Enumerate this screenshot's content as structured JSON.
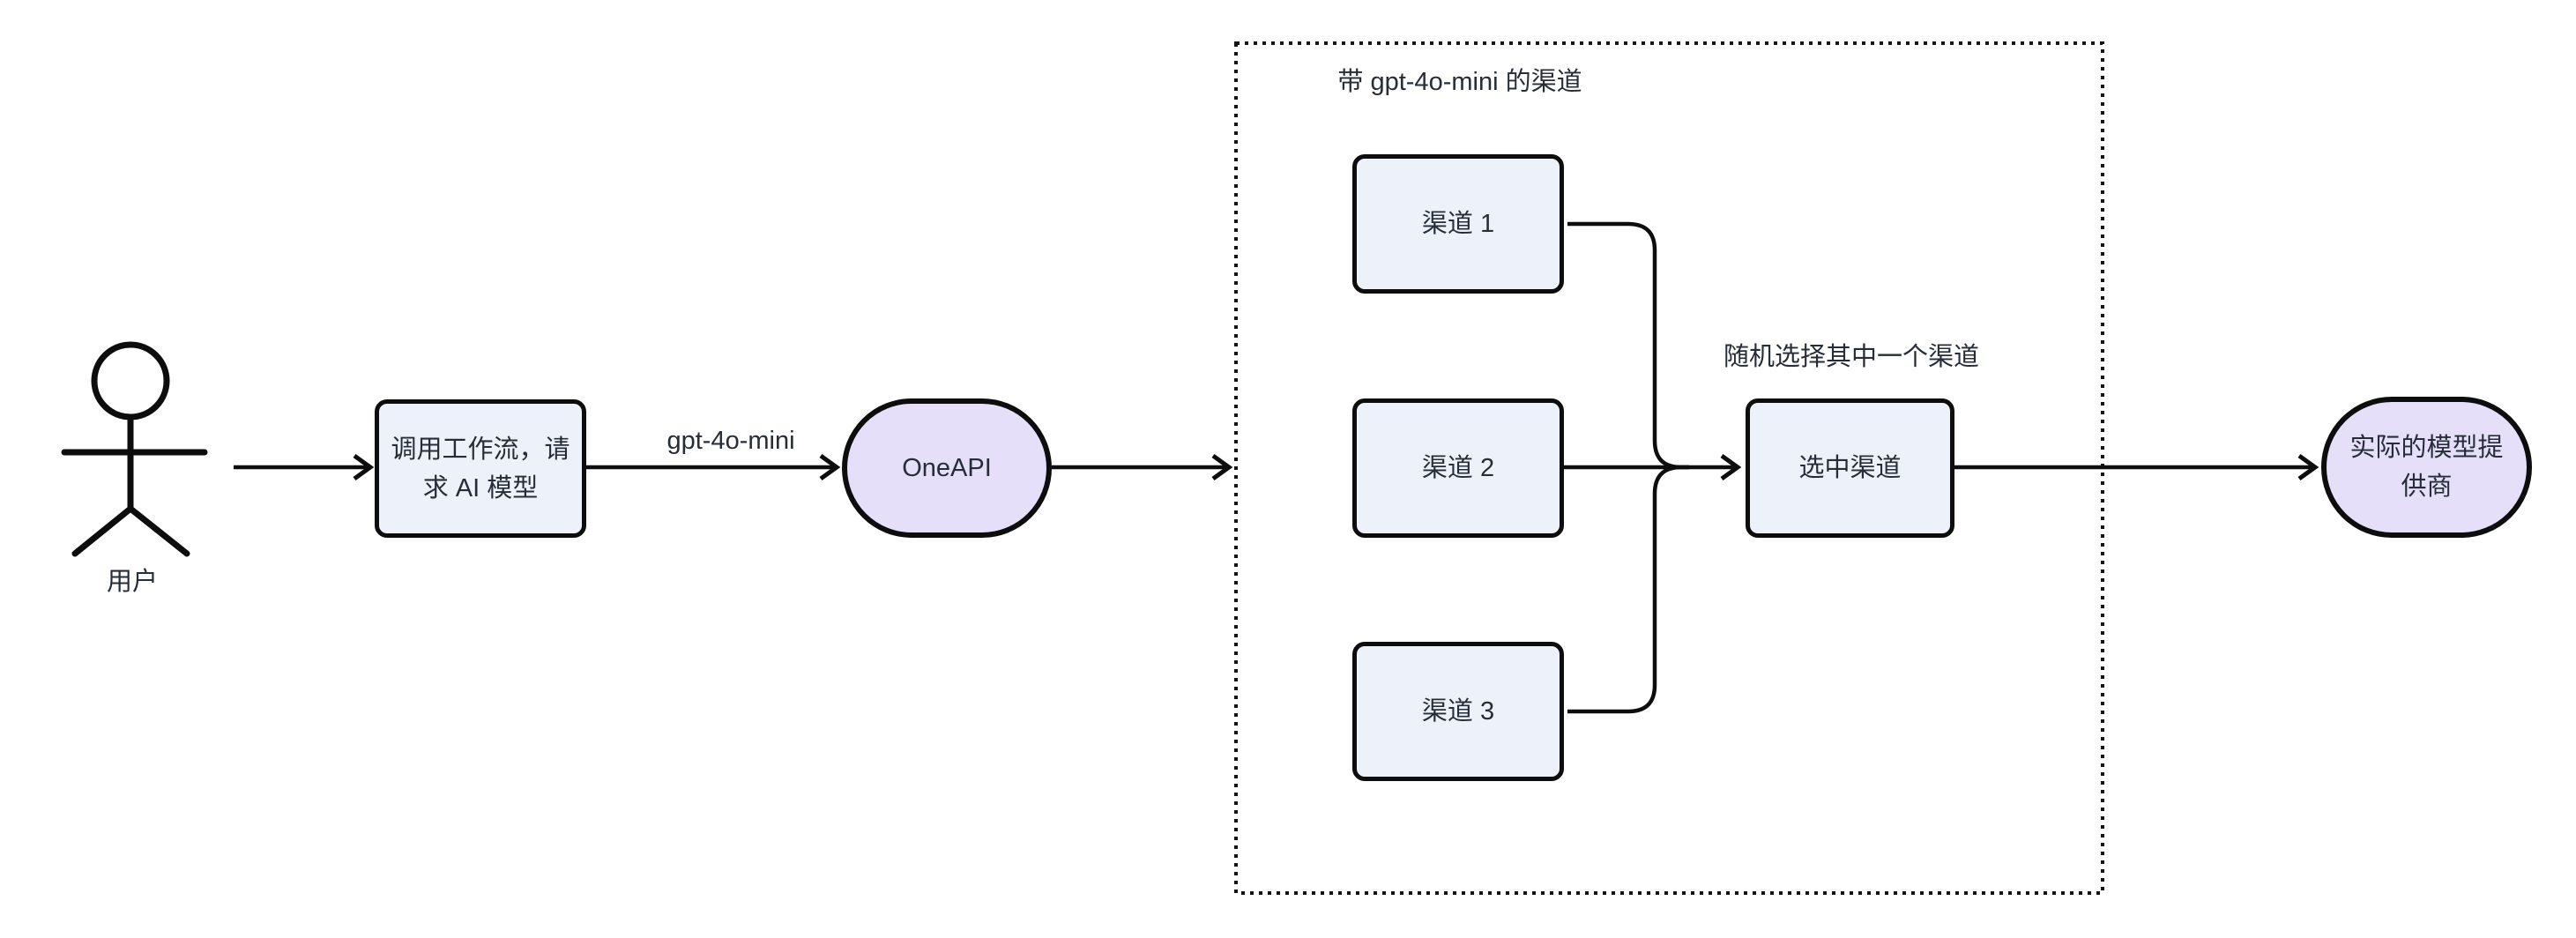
{
  "diagram": {
    "background": "#ffffff",
    "colors": {
      "background": "#ffffff",
      "node_fill": "#edf1fa",
      "stadium_fill": "#e6dffa",
      "border": "#0d0d0d",
      "edge": "#0d0d0d",
      "text": "#262d38"
    },
    "actor": {
      "icon": "stick-figure-person",
      "label": "用户"
    },
    "nodes": {
      "workflow": {
        "label": "调用工作流，请\n求 AI 模型"
      },
      "oneapi": {
        "label": "OneAPI"
      },
      "channel1": {
        "label": "渠道 1"
      },
      "channel2": {
        "label": "渠道 2"
      },
      "channel3": {
        "label": "渠道 3"
      },
      "selected": {
        "label": "选中渠道"
      },
      "provider": {
        "label": "实际的模型提\n供商"
      }
    },
    "edge_labels": {
      "model": "gpt-4o-mini",
      "random_select": "随机选择其中一个渠道"
    },
    "subgraph": {
      "title": "带 gpt-4o-mini 的渠道"
    }
  }
}
